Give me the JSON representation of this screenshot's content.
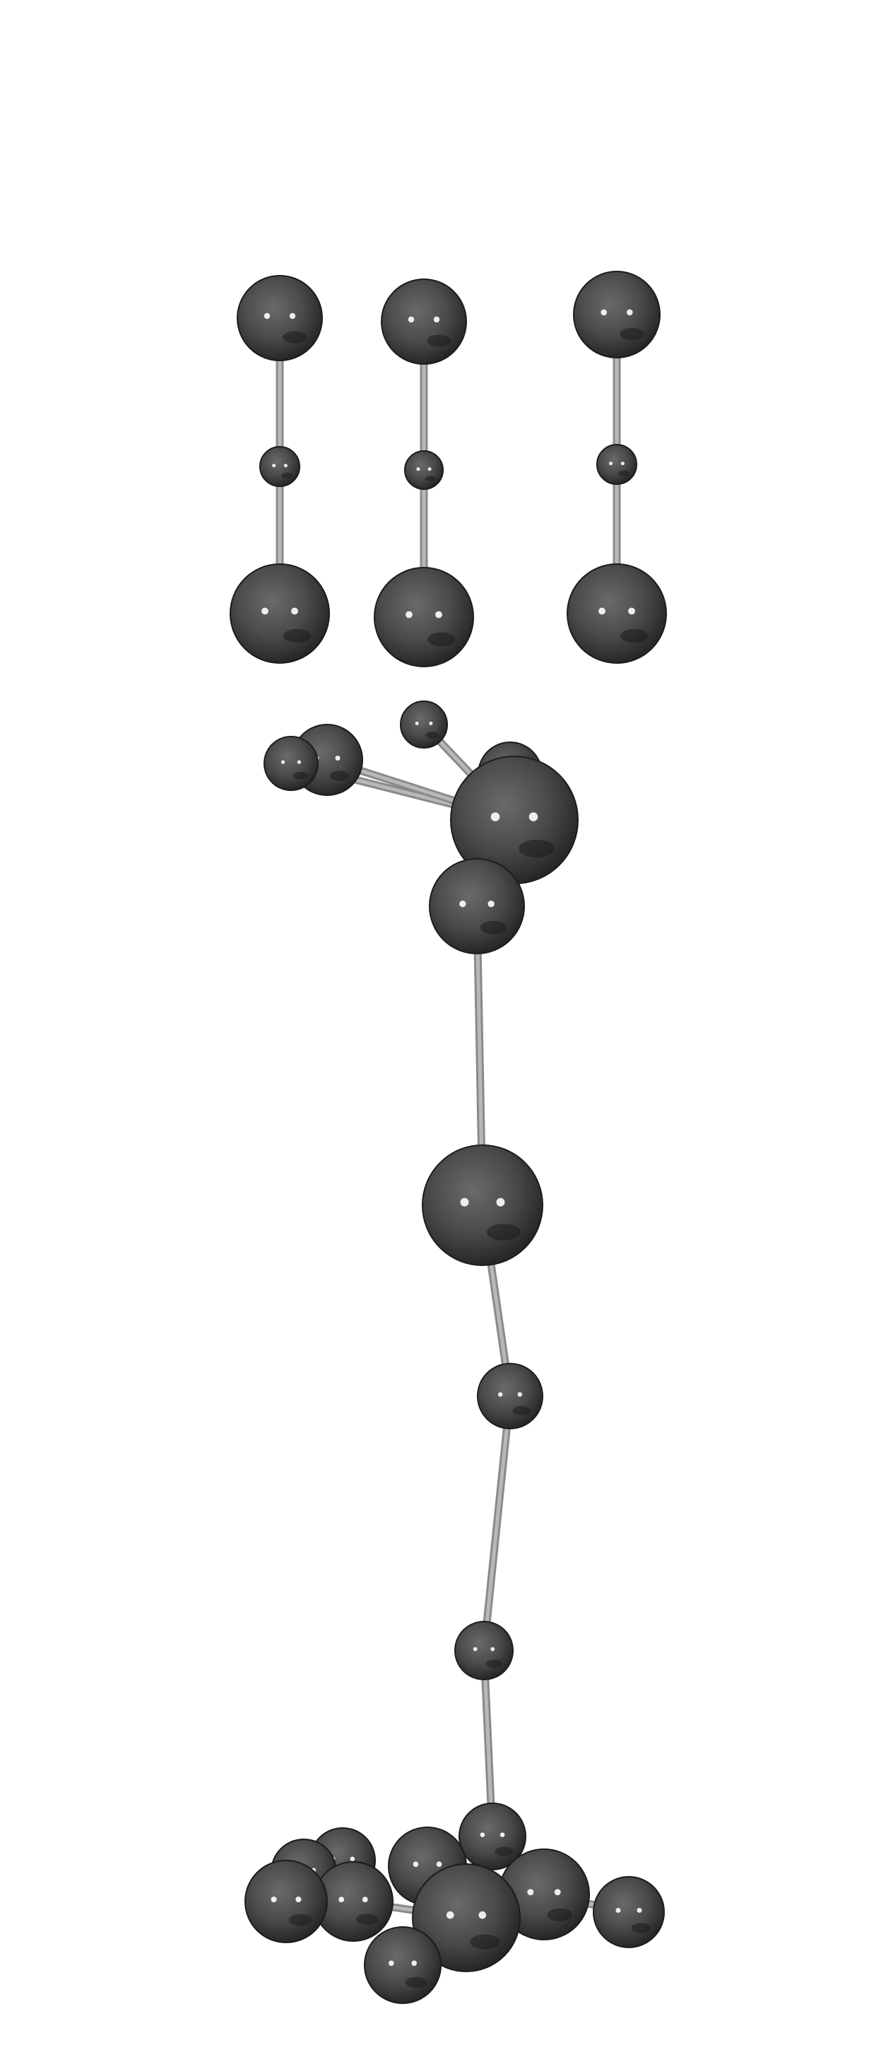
{
  "diagram": {
    "kind": "ball-and-stick molecular model",
    "colors": {
      "atom_base": "#4d4d4d",
      "atom_shadow": "#1c1c1c",
      "atom_highlight": "#ffffff",
      "bond": "#b8b8b8",
      "bond_edge": "#8a8a8a",
      "background": "#ffffff"
    },
    "atoms": [
      {
        "id": "a1",
        "group": "triatomic-1"
      },
      {
        "id": "a2",
        "group": "triatomic-1"
      },
      {
        "id": "a3",
        "group": "triatomic-1"
      },
      {
        "id": "b1",
        "group": "triatomic-2"
      },
      {
        "id": "b2",
        "group": "triatomic-2"
      },
      {
        "id": "b3",
        "group": "triatomic-2"
      },
      {
        "id": "c1",
        "group": "triatomic-3"
      },
      {
        "id": "c2",
        "group": "triatomic-3"
      },
      {
        "id": "c3",
        "group": "triatomic-3"
      },
      {
        "id": "h1",
        "group": "head"
      },
      {
        "id": "h2",
        "group": "head"
      },
      {
        "id": "h3",
        "group": "head"
      },
      {
        "id": "h4",
        "group": "head"
      },
      {
        "id": "h5",
        "group": "head"
      },
      {
        "id": "h6",
        "group": "head"
      },
      {
        "id": "s1",
        "group": "chain"
      },
      {
        "id": "s2",
        "group": "chain"
      },
      {
        "id": "s3",
        "group": "chain"
      },
      {
        "id": "t0",
        "group": "tail"
      },
      {
        "id": "t1",
        "group": "tail"
      },
      {
        "id": "t2",
        "group": "tail"
      },
      {
        "id": "t3",
        "group": "tail"
      },
      {
        "id": "t4",
        "group": "tail"
      },
      {
        "id": "t5",
        "group": "tail"
      },
      {
        "id": "t6",
        "group": "tail"
      },
      {
        "id": "t7",
        "group": "tail"
      },
      {
        "id": "t8",
        "group": "tail"
      },
      {
        "id": "t9",
        "group": "tail"
      }
    ],
    "bonds": [
      [
        "a1",
        "a2"
      ],
      [
        "a2",
        "a3"
      ],
      [
        "b1",
        "b2"
      ],
      [
        "b2",
        "b3"
      ],
      [
        "c1",
        "c2"
      ],
      [
        "c2",
        "c3"
      ],
      [
        "h1",
        "h3"
      ],
      [
        "h2",
        "h3"
      ],
      [
        "h4",
        "h3"
      ],
      [
        "h6",
        "h3"
      ],
      [
        "h3",
        "h5"
      ],
      [
        "h5",
        "s1"
      ],
      [
        "s1",
        "s2"
      ],
      [
        "s2",
        "s3"
      ],
      [
        "s3",
        "t0"
      ],
      [
        "t0",
        "t5"
      ],
      [
        "t5",
        "t6"
      ],
      [
        "t5",
        "t7"
      ],
      [
        "t7",
        "t8"
      ],
      [
        "t5",
        "t9"
      ],
      [
        "t4",
        "t5"
      ],
      [
        "t3",
        "t4"
      ],
      [
        "t1",
        "t3"
      ]
    ]
  }
}
